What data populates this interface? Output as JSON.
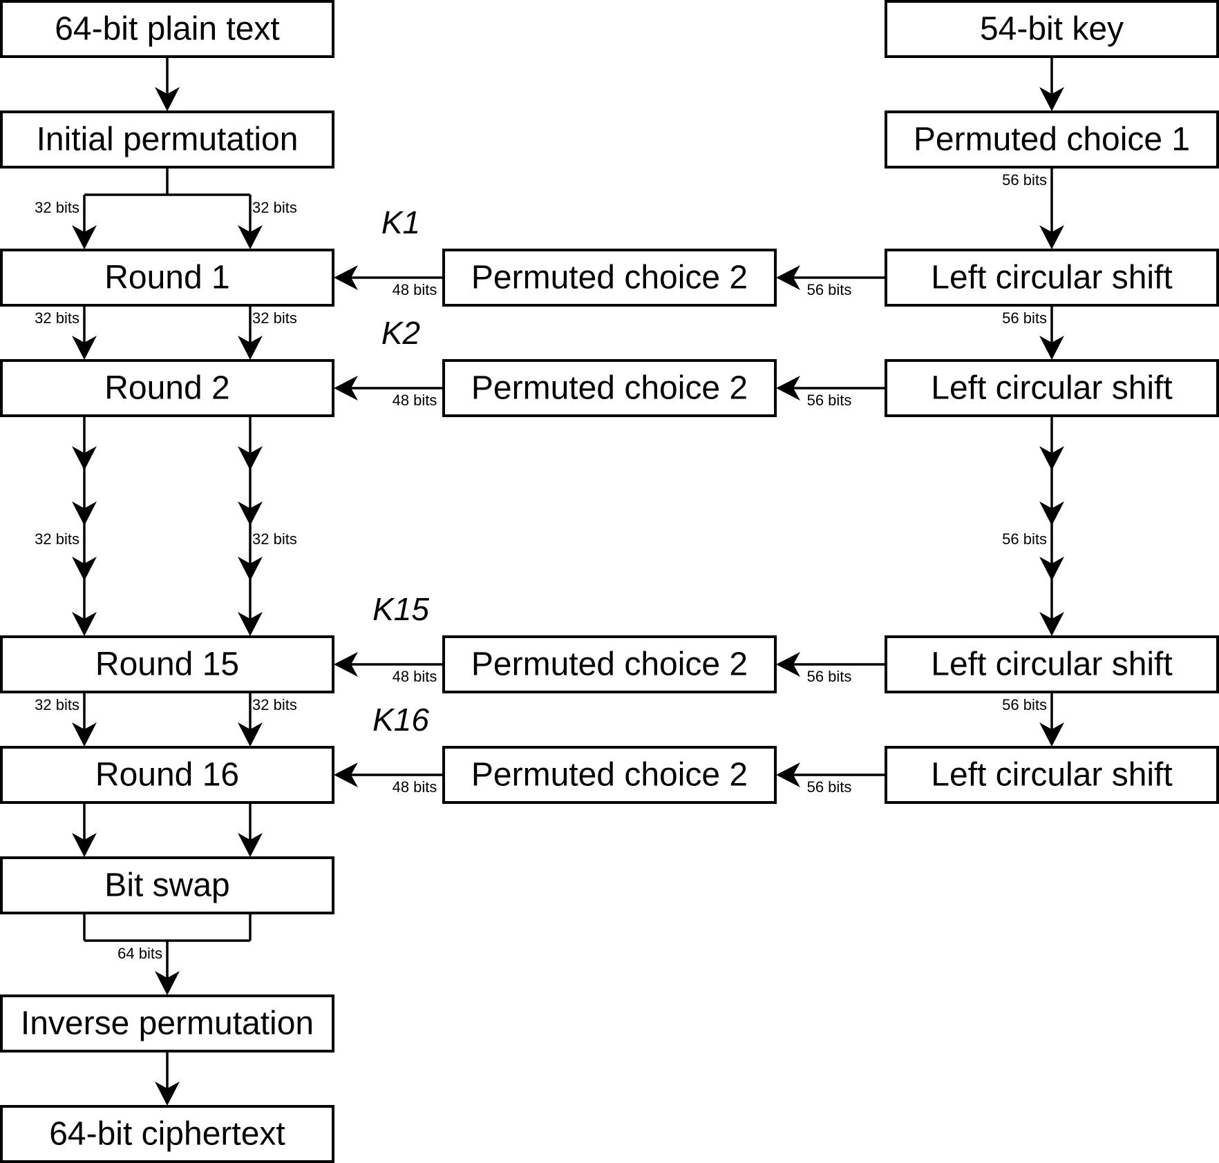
{
  "boxes": {
    "plain_text": "64-bit plain text",
    "initial_perm": "Initial permutation",
    "round1": "Round 1",
    "round2": "Round 2",
    "round15": "Round 15",
    "round16": "Round 16",
    "bit_swap": "Bit swap",
    "inverse_perm": "Inverse permutation",
    "ciphertext": "64-bit ciphertext",
    "key": "54-bit key",
    "pc1": "Permuted choice 1",
    "pc2_1": "Permuted choice 2",
    "pc2_2": "Permuted choice 2",
    "pc2_15": "Permuted choice 2",
    "pc2_16": "Permuted choice 2",
    "lcs_1": "Left circular shift",
    "lcs_2": "Left circular shift",
    "lcs_15": "Left circular shift",
    "lcs_16": "Left circular shift"
  },
  "subkeys": {
    "k1": "K1",
    "k2": "K2",
    "k15": "K15",
    "k16": "K16"
  },
  "edge_labels": {
    "ip_left": "32 bits",
    "ip_right": "32 bits",
    "r1_left": "32 bits",
    "r1_right": "32 bits",
    "mid_left": "32 bits",
    "mid_right": "32 bits",
    "r15_left": "32 bits",
    "r15_right": "32 bits",
    "swap_out": "64 bits",
    "pc1_out": "56 bits",
    "lcs1_down": "56 bits",
    "lcs_mid": "56 bits",
    "lcs15_down": "56 bits",
    "lcs1_to_pc2": "56 bits",
    "lcs2_to_pc2": "56 bits",
    "lcs15_to_pc2": "56 bits",
    "lcs16_to_pc2": "56 bits",
    "pc2_1_to_r1": "48 bits",
    "pc2_2_to_r2": "48 bits",
    "pc2_15_to_r15": "48 bits",
    "pc2_16_to_r16": "48 bits"
  }
}
